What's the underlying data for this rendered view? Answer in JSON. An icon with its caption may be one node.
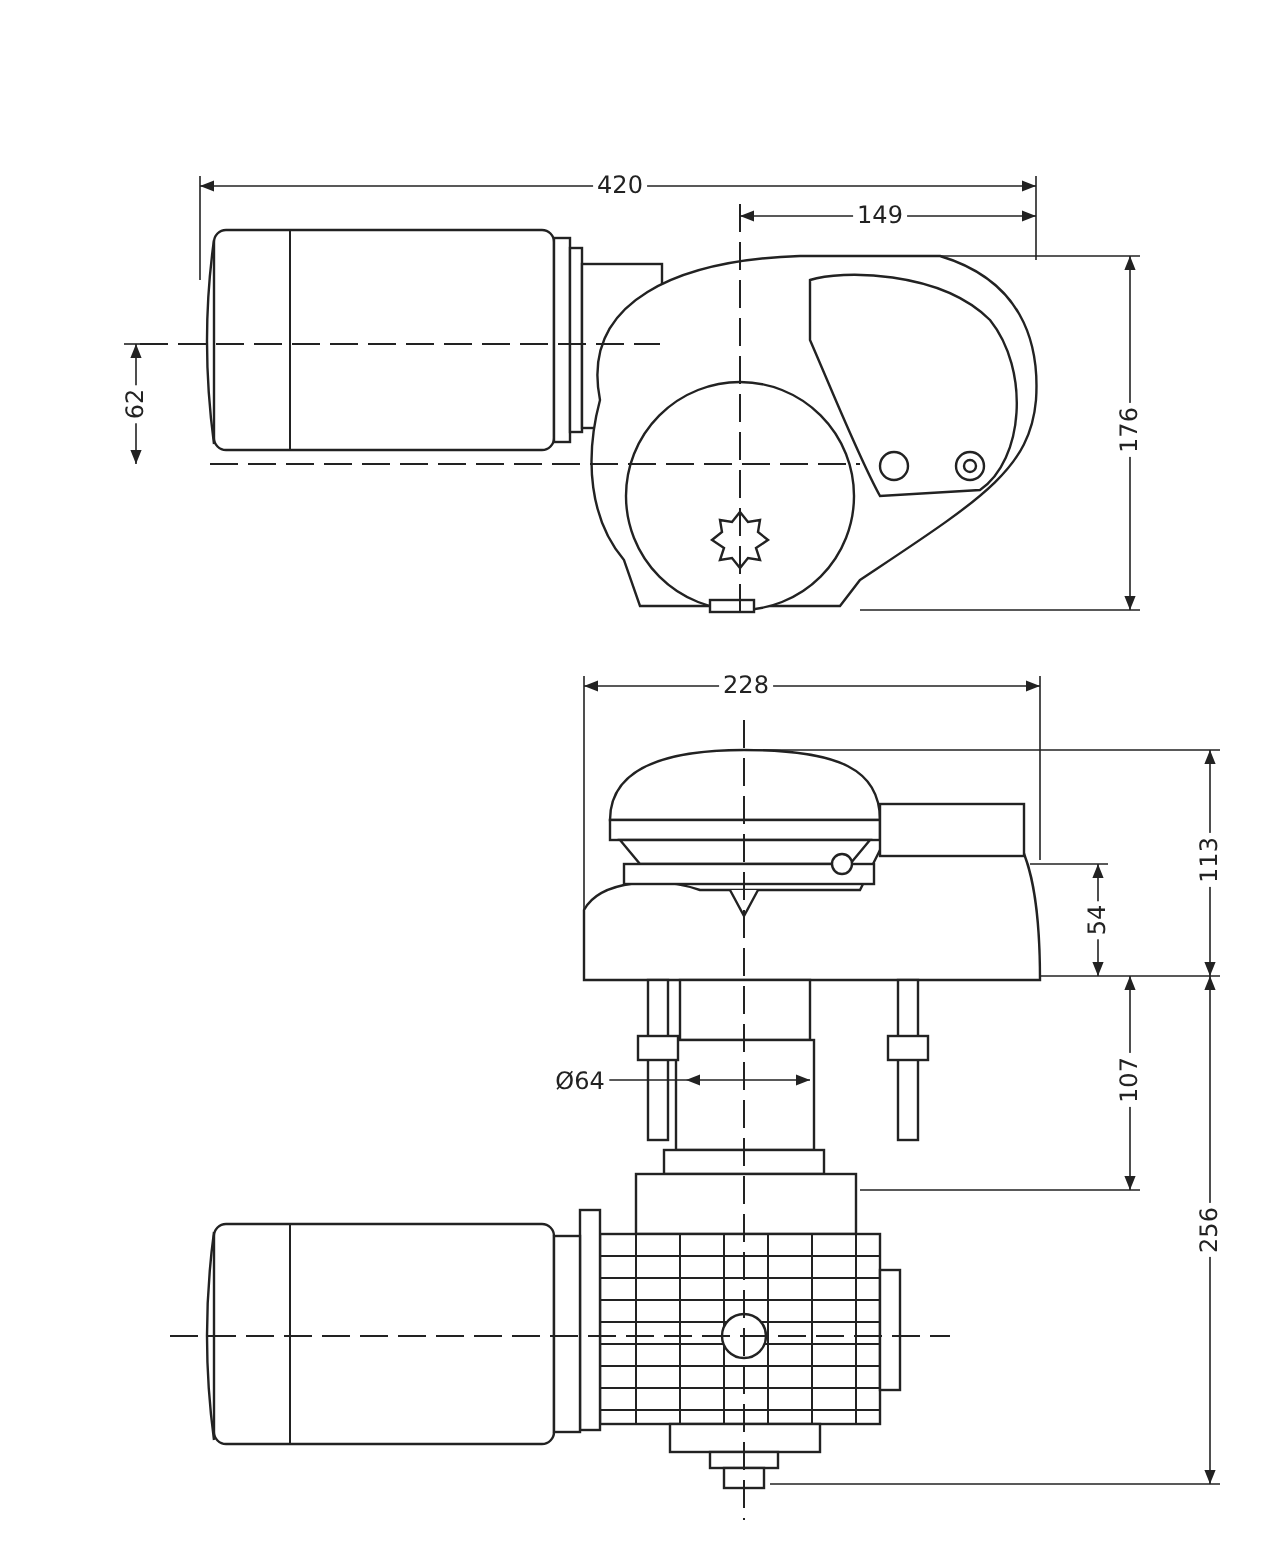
{
  "diagram": {
    "labels": [
      "420",
      "149",
      "62",
      "176",
      "228",
      "113",
      "54",
      "Ø64",
      "107",
      "256"
    ]
  }
}
